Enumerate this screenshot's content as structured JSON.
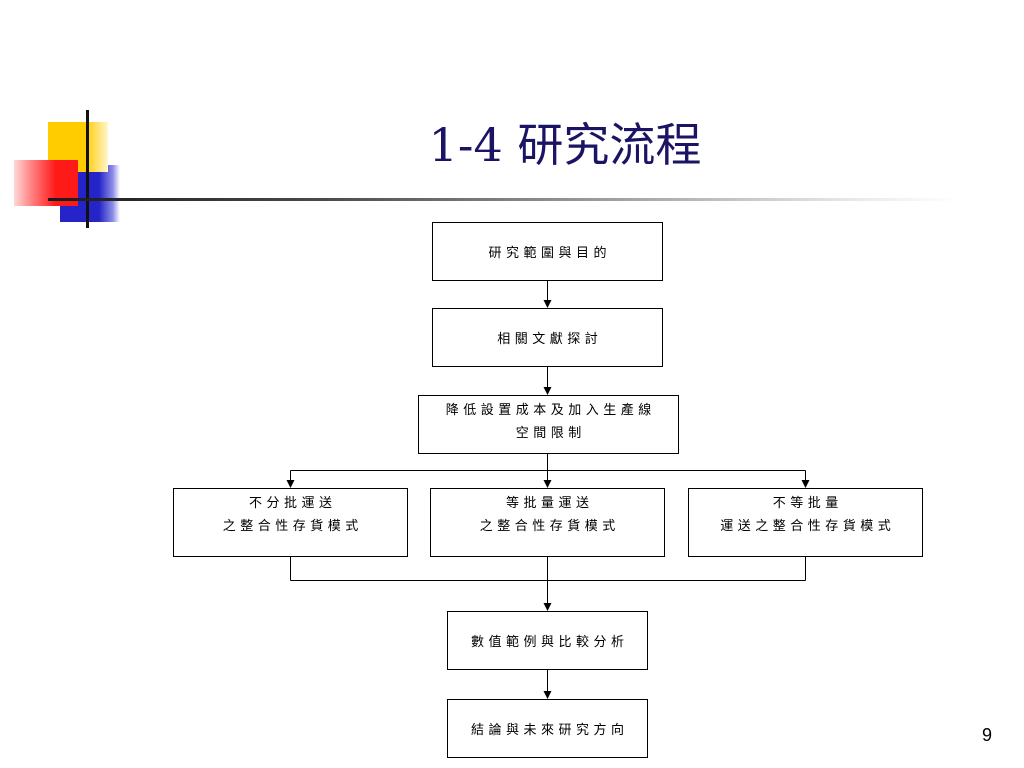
{
  "slide": {
    "title": "1-4 研究流程",
    "page_number": "9"
  },
  "flowchart": {
    "nodes": [
      {
        "lines": [
          "研究範圍與目的"
        ]
      },
      {
        "lines": [
          "相關文獻探討"
        ]
      },
      {
        "lines": [
          "降低設置成本及加入生產線",
          "空間限制"
        ]
      },
      {
        "lines": [
          "不分批運送",
          "之整合性存貨模式"
        ]
      },
      {
        "lines": [
          "等批量運送",
          "之整合性存貨模式"
        ]
      },
      {
        "lines": [
          "不等批量",
          "運送之整合性存貨模式"
        ]
      },
      {
        "lines": [
          "數值範例與比較分析"
        ]
      },
      {
        "lines": [
          "結論與未來研究方向"
        ]
      }
    ]
  },
  "colors": {
    "title_text": "#1b1464",
    "accent_yellow": "#ffcc00",
    "accent_red": "#ff1a1a",
    "accent_blue": "#2424c8",
    "flow_line": "#000000",
    "slide_bg": "#ffffff"
  }
}
